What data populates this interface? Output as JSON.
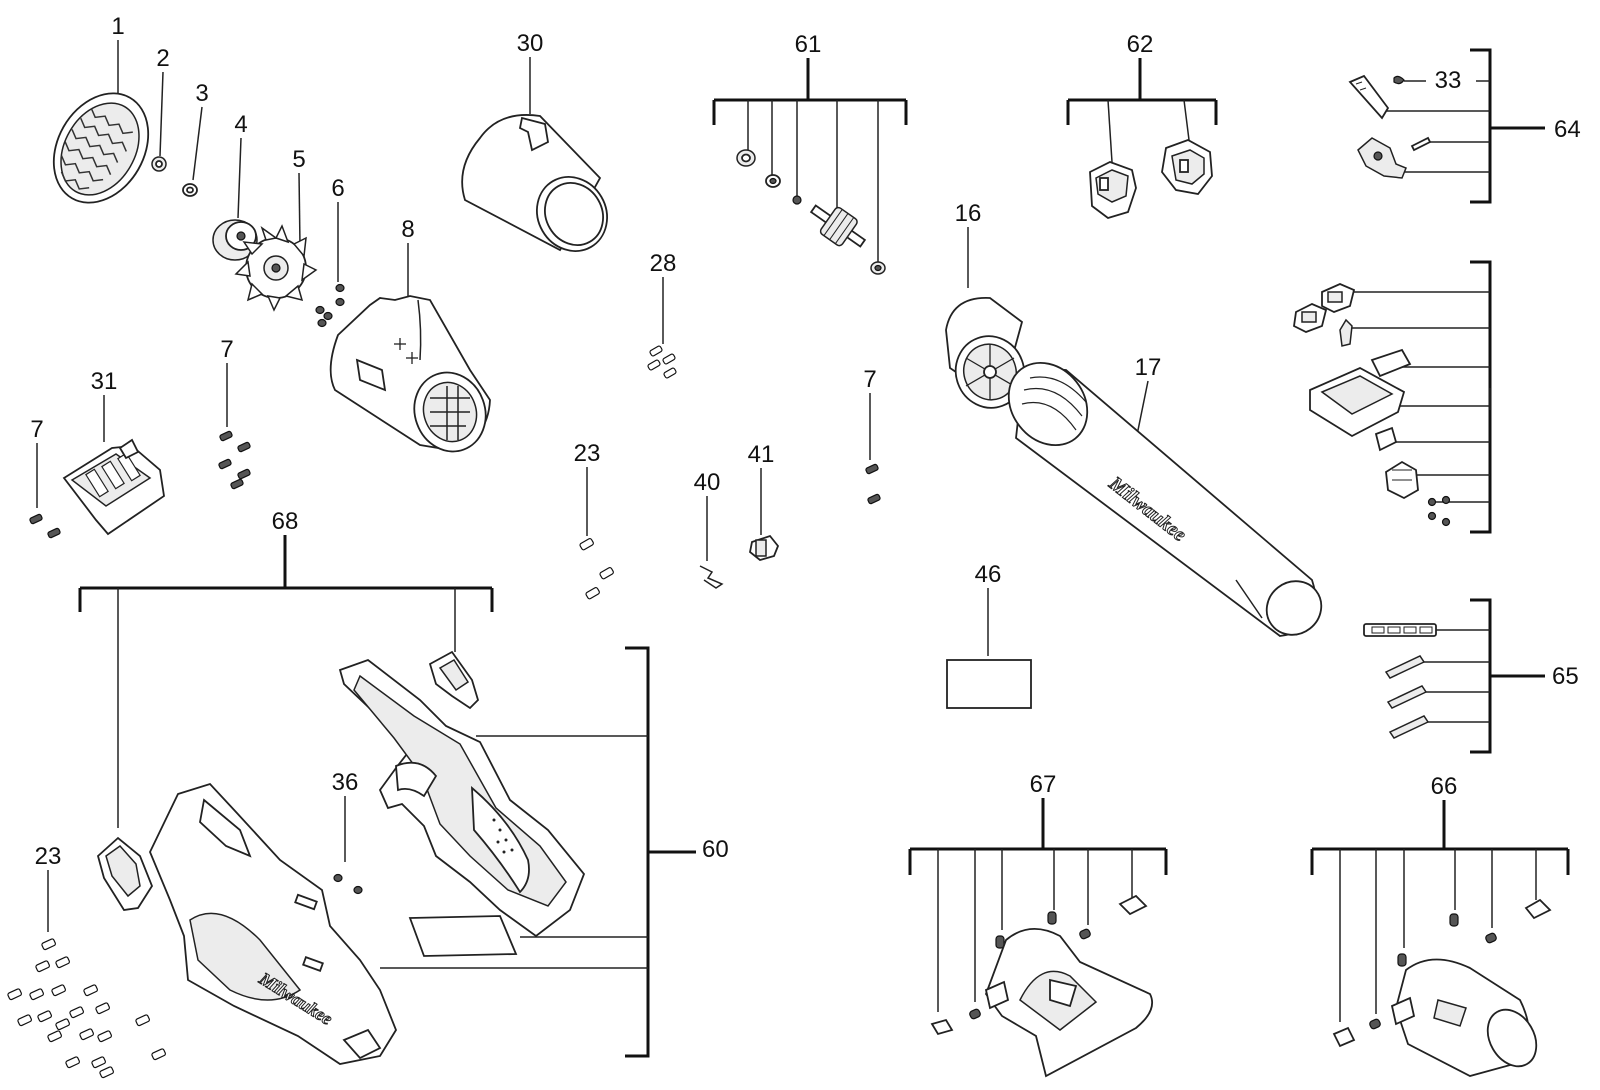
{
  "diagram": {
    "type": "exploded-parts-view",
    "callouts": {
      "p1": "1",
      "p2": "2",
      "p3": "3",
      "p4": "4",
      "p5": "5",
      "p6": "6",
      "p7a": "7",
      "p7b": "7",
      "p7c": "7",
      "p8": "8",
      "p16": "16",
      "p17": "17",
      "p23a": "23",
      "p23b": "23",
      "p28": "28",
      "p30": "30",
      "p31": "31",
      "p33": "33",
      "p36": "36",
      "p40": "40",
      "p41": "41",
      "p46": "46",
      "p60": "60",
      "p61": "61",
      "p62": "62",
      "p64": "64",
      "p65": "65",
      "p66": "66",
      "p67": "67",
      "p68": "68"
    },
    "brand_mark": "Milwaukee"
  }
}
